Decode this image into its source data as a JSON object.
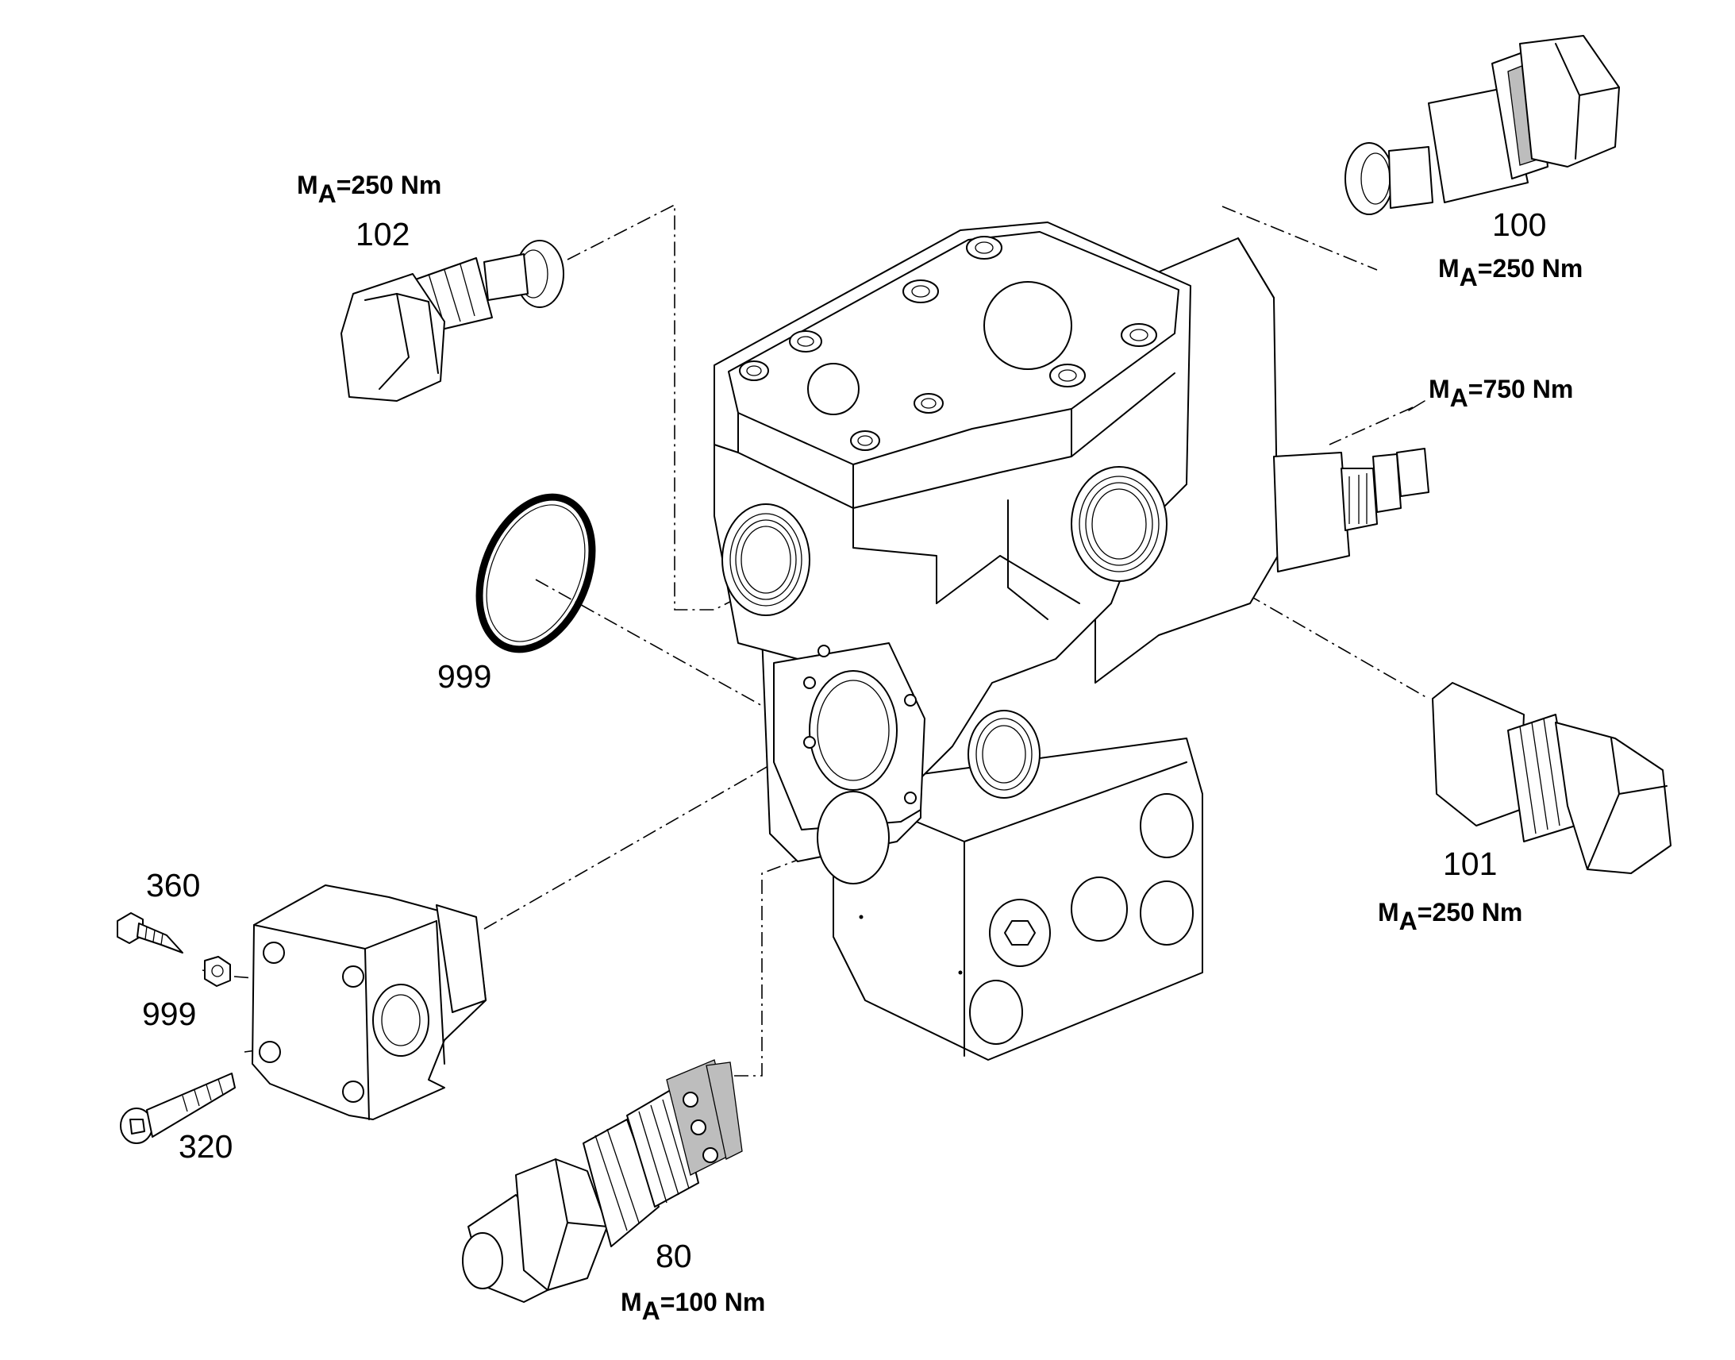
{
  "callouts": [
    {
      "id": "p102",
      "number": "102",
      "torque": {
        "symbol": "M",
        "sub": "A",
        "value": "=250 Nm"
      }
    },
    {
      "id": "p100",
      "number": "100",
      "torque": {
        "symbol": "M",
        "sub": "A",
        "value": "=250 Nm"
      }
    },
    {
      "id": "p750",
      "number": "",
      "torque": {
        "symbol": "M",
        "sub": "A",
        "value": "=750 Nm"
      }
    },
    {
      "id": "p999a",
      "number": "999",
      "torque": null
    },
    {
      "id": "p101",
      "number": "101",
      "torque": {
        "symbol": "M",
        "sub": "A",
        "value": "=250 Nm"
      }
    },
    {
      "id": "p360",
      "number": "360",
      "torque": null
    },
    {
      "id": "p999b",
      "number": "999",
      "torque": null
    },
    {
      "id": "p320",
      "number": "320",
      "torque": null
    },
    {
      "id": "p80",
      "number": "80",
      "torque": {
        "symbol": "M",
        "sub": "A",
        "value": "=100 Nm"
      }
    }
  ]
}
